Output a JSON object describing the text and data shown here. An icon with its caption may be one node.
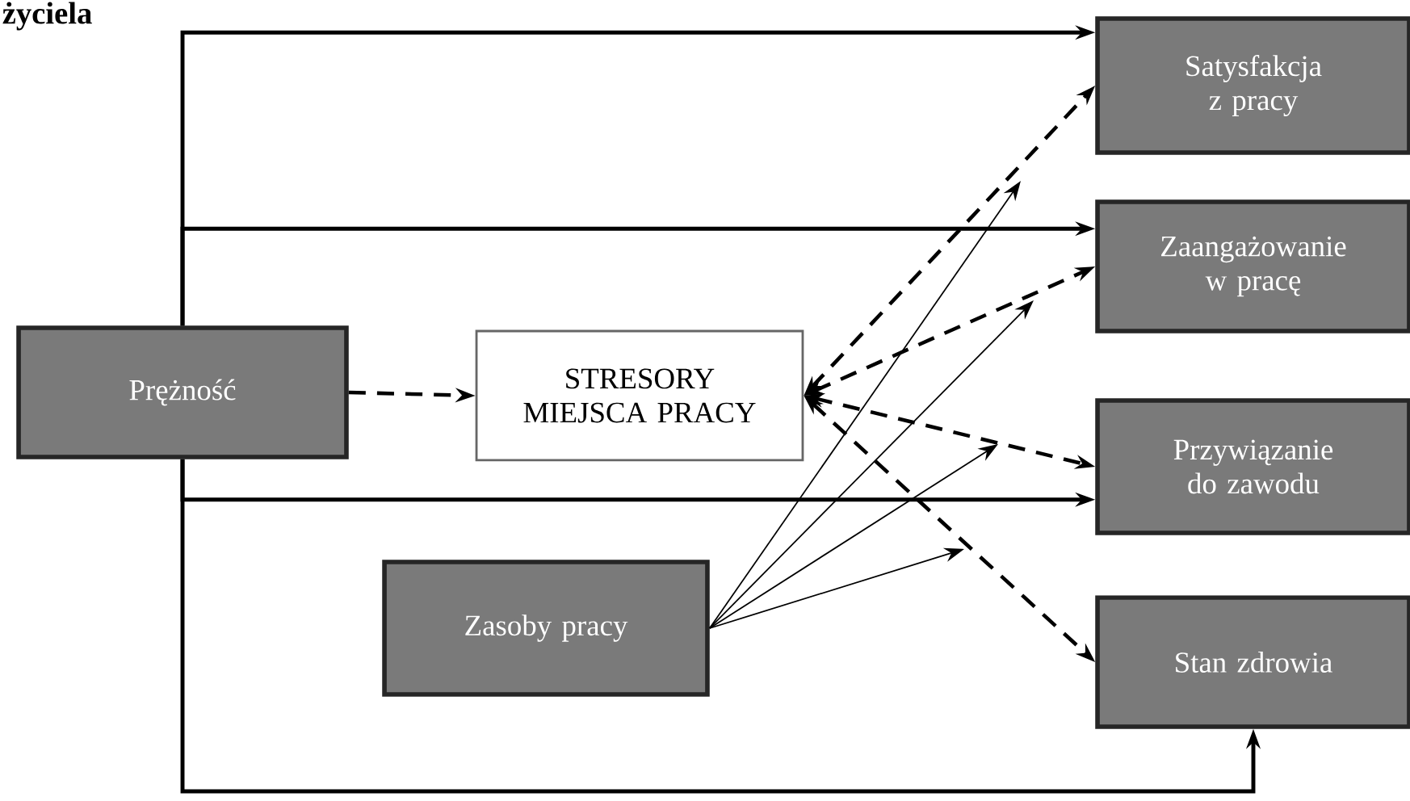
{
  "diagram": {
    "nodes": [
      {
        "text": [
          "Prężność"
        ]
      },
      {
        "text": [
          "STRESORY MIEJSCA PRACY"
        ]
      },
      {
        "text": [
          "Zasoby pracy"
        ]
      },
      {
        "text": [
          "Satysfakcja z pracy"
        ]
      },
      {
        "text": [
          "Zaangażowanie w pracę"
        ]
      },
      {
        "text": [
          "Przywiązanie do zawodu"
        ]
      },
      {
        "text": [
          "Stan zdrowia"
        ]
      }
    ],
    "edges": [
      {
        "from": 0,
        "to": 3,
        "arrow": "to"
      },
      {
        "from": 0,
        "to": 4,
        "arrow": "to"
      },
      {
        "from": 0,
        "to": 5,
        "arrow": "to"
      },
      {
        "from": 0,
        "to": 6,
        "arrow": "to"
      },
      {
        "from": 0,
        "to": 1,
        "arrow": "to",
        "style": "dashed"
      },
      {
        "from": 1,
        "to": 3,
        "arrow": "both",
        "style": "dashed"
      },
      {
        "from": 1,
        "to": 4,
        "arrow": "both",
        "style": "dashed"
      },
      {
        "from": 1,
        "to": 5,
        "arrow": "both",
        "style": "dashed"
      },
      {
        "from": 1,
        "to": 6,
        "arrow": "both",
        "style": "dashed"
      },
      {
        "from": 2,
        "to": null,
        "arrow": "to"
      },
      {
        "from": 2,
        "to": null,
        "arrow": "to"
      },
      {
        "from": 2,
        "to": null,
        "arrow": "to"
      },
      {
        "from": 2,
        "to": null,
        "arrow": "to"
      }
    ],
    "labels": [
      "życiela"
    ]
  }
}
